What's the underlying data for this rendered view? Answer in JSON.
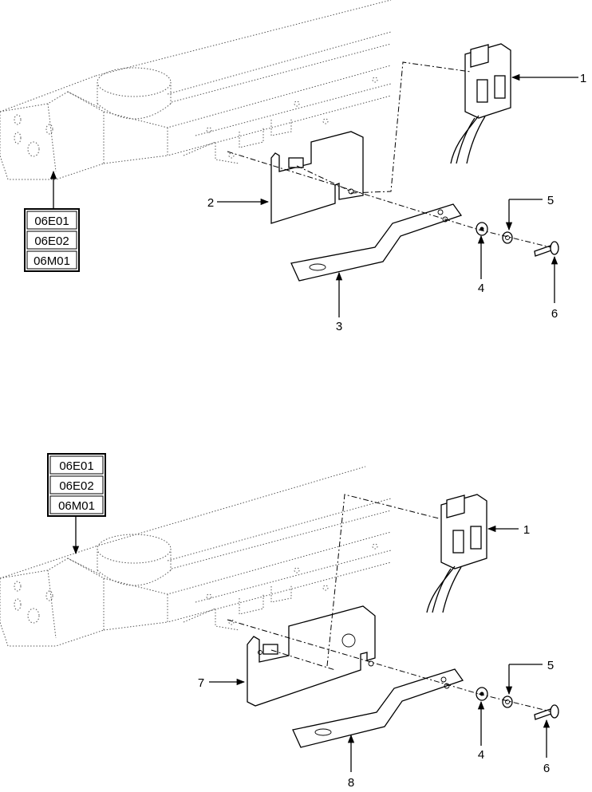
{
  "upper": {
    "codes": [
      "06E01",
      "06E02",
      "06M01"
    ],
    "callouts": {
      "c1": "1",
      "c2": "2",
      "c3": "3",
      "c4": "4",
      "c5": "5",
      "c6": "6"
    }
  },
  "lower": {
    "codes": [
      "06E01",
      "06E02",
      "06M01"
    ],
    "callouts": {
      "c1": "1",
      "c7": "7",
      "c8": "8",
      "c4": "4",
      "c5": "5",
      "c6": "6"
    }
  }
}
